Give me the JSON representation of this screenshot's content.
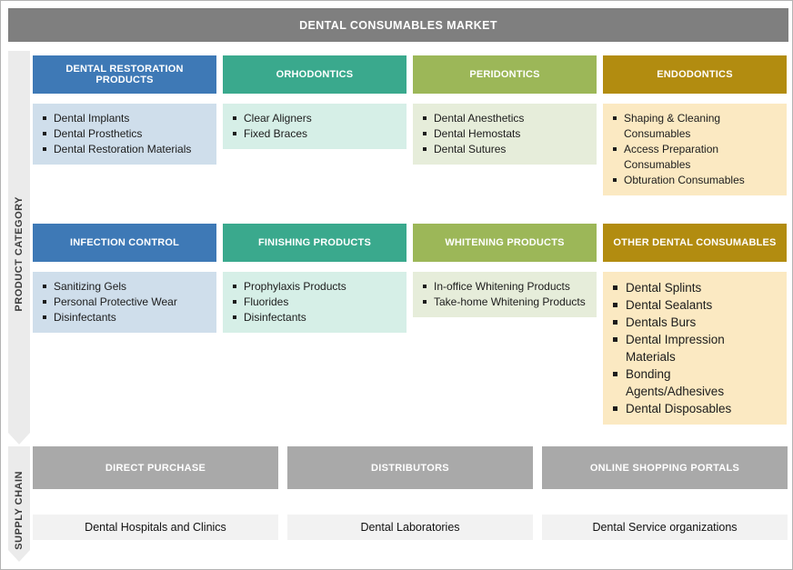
{
  "page": {
    "title": "DENTAL CONSUMABLES MARKET"
  },
  "colors": {
    "banner_gray": "#7f7f7f",
    "rail_gray": "#ebebeb",
    "channel_gray": "#a9a9a9",
    "customer_light": "#f2f2f2"
  },
  "rails": {
    "product_category": "PRODUCT CATEGORY",
    "supply_chain": "SUPPLY CHAIN"
  },
  "product_category": {
    "rows": [
      {
        "cells": [
          {
            "title": "DENTAL RESTORATION PRODUCTS",
            "header_color": "#3e79b6",
            "body_color": "#cfdeeb",
            "items": [
              "Dental Implants",
              "Dental Prosthetics",
              "Dental Restoration Materials"
            ]
          },
          {
            "title": "ORHODONTICS",
            "header_color": "#3aa98d",
            "body_color": "#d6efe7",
            "items": [
              "Clear Aligners",
              "Fixed Braces"
            ]
          },
          {
            "title": "PERIDONTICS",
            "header_color": "#9cb758",
            "body_color": "#e6edda",
            "items": [
              "Dental Anesthetics",
              "Dental Hemostats",
              "Dental Sutures"
            ]
          },
          {
            "title": "ENDODONTICS",
            "header_color": "#b28c10",
            "body_color": "#fbe9c2",
            "items": [
              "Shaping & Cleaning Consumables",
              "Access Preparation Consumables",
              "Obturation Consumables"
            ]
          }
        ]
      },
      {
        "cells": [
          {
            "title": "INFECTION CONTROL",
            "header_color": "#3e79b6",
            "body_color": "#cfdeeb",
            "items": [
              "Sanitizing Gels",
              "Personal Protective Wear",
              "Disinfectants"
            ]
          },
          {
            "title": "FINISHING PRODUCTS",
            "header_color": "#3aa98d",
            "body_color": "#d6efe7",
            "items": [
              "Prophylaxis Products",
              "Fluorides",
              "Disinfectants"
            ]
          },
          {
            "title": "WHITENING PRODUCTS",
            "header_color": "#9cb758",
            "body_color": "#e6edda",
            "items": [
              "In-office Whitening Products",
              "Take-home Whitening Products"
            ]
          },
          {
            "title": "OTHER DENTAL CONSUMABLES",
            "header_color": "#b28c10",
            "body_color": "#fbe9c2",
            "items": [
              "Dental Splints",
              "Dental Sealants",
              "Dentals Burs",
              "Dental Impression Materials",
              "Bonding Agents/Adhesives",
              "Dental Disposables"
            ]
          }
        ]
      }
    ]
  },
  "supply_chain": {
    "channels": [
      "DIRECT PURCHASE",
      "DISTRIBUTORS",
      "ONLINE SHOPPING PORTALS"
    ],
    "customers": [
      "Dental Hospitals and Clinics",
      "Dental Laboratories",
      "Dental Service organizations"
    ]
  }
}
